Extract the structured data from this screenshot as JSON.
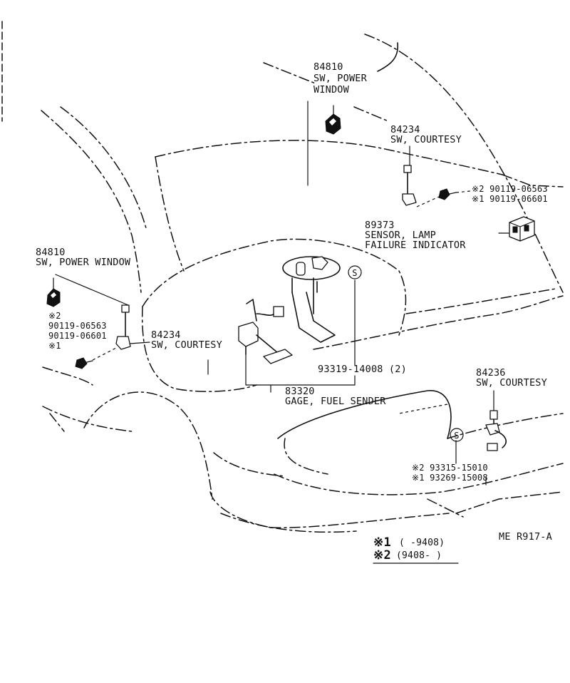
{
  "callouts": {
    "power_window_top": {
      "part_no": "84810",
      "name_1": "SW, POWER",
      "name_2": "WINDOW"
    },
    "courtesy_top": {
      "part_no": "84234",
      "name": "SW, COURTESY"
    },
    "screws_top": {
      "line_1": "※2 90119-06563",
      "line_2": "※1 90119-06601"
    },
    "sensor_lamp": {
      "part_no": "89373",
      "name_1": "SENSOR, LAMP",
      "name_2": "FAILURE INDICATOR"
    },
    "power_window_left": {
      "part_no": "84810",
      "name": "SW, POWER WINDOW"
    },
    "screws_left": {
      "mark_2": "※2",
      "part_a": "90119-06563",
      "part_b": "90119-06601",
      "mark_1": "※1"
    },
    "courtesy_left": {
      "part_no": "84234",
      "name": "SW, COURTESY"
    },
    "screw_sender": {
      "label": "93319-14008 (2)"
    },
    "fuel_sender": {
      "part_no": "83320",
      "name": "GAGE, FUEL SENDER"
    },
    "courtesy_right": {
      "part_no": "84236",
      "name": "SW, COURTESY"
    },
    "plugs_right": {
      "line_1": "※2 93315-15010",
      "line_2": "※1 93269-15008"
    },
    "marker_s": "S"
  },
  "legend": {
    "mark_1": "※1",
    "range_1": "(       -9408)",
    "mark_2": "※2",
    "range_2": "(9408-       )"
  },
  "figure_code": "ME  R917-A"
}
